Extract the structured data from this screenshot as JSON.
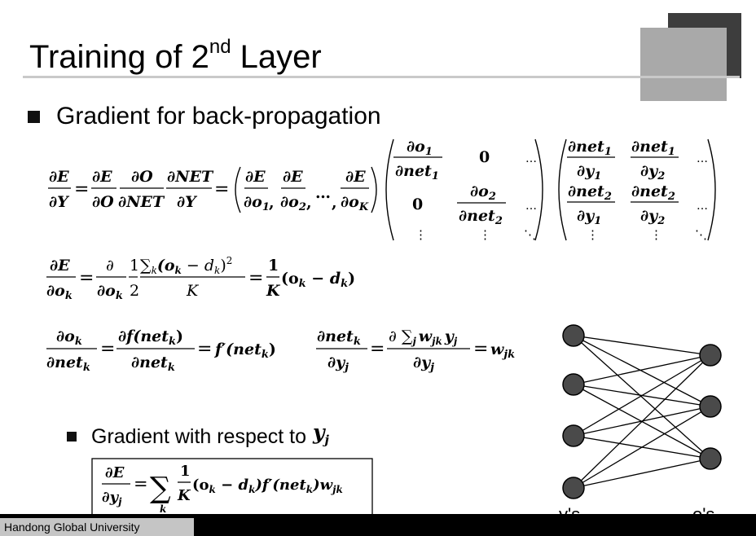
{
  "slide": {
    "title_main": "Training of 2",
    "title_sup": "nd",
    "title_end": " Layer",
    "bullet_main": "Gradient for back-propagation",
    "bullet_sub": "Gradient with respect to",
    "bullet_sub_var": "y",
    "bullet_sub_var_sub": "j"
  },
  "equations": {
    "eq1": {
      "dE": "∂E",
      "dY": "∂Y",
      "dO": "∂O",
      "dNET": "∂NET",
      "do1": "∂o",
      "do2": "∂o",
      "doK": "∂o",
      "ellipsis": "…",
      "s1": "1",
      "s2": "2",
      "sK": "K",
      "m1": {
        "num": "∂o",
        "den": "∂net",
        "zero": "0",
        "dots_h": "…",
        "dots_v": "⋮",
        "dots_d": "⋱"
      },
      "m2": {
        "num": "∂net",
        "den": "∂y"
      }
    },
    "eq2": {
      "dE": "∂E",
      "do": "∂o",
      "k": "k",
      "d": "∂",
      "one": "1",
      "two": "2",
      "sum": "∑",
      "inner": "(o",
      "minus": " − d",
      "close": ")",
      "sq": "2",
      "K": "K",
      "result": "(o",
      "result_mid": " − d",
      "result_end": ")"
    },
    "eq3": {
      "do": "∂o",
      "dnet": "∂net",
      "k": "k",
      "df": "∂f(net",
      "close": ")",
      "fprime": "f′(net",
      "dnet2": "∂net",
      "dy": "∂y",
      "j": "j",
      "dsum": "∂ ∑",
      "w": "w",
      "jk": "jk",
      "y": "y"
    },
    "eq4": {
      "dE": "∂E",
      "dy": "∂y",
      "j": "j",
      "sum": "∑",
      "k": "k",
      "one": "1",
      "K": "K",
      "body1": "(o",
      "body2": " − d",
      "body3": ")f′(net",
      "body4": ")w",
      "jk": "jk"
    }
  },
  "network": {
    "left_label": "y's",
    "right_label": "o's",
    "left_nodes": 4,
    "right_nodes": 3,
    "node_color": "#4a4a4a"
  },
  "footer": {
    "institution": "Handong Global University"
  }
}
